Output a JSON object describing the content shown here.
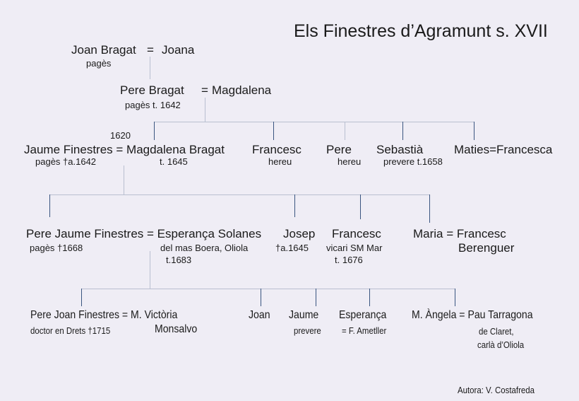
{
  "title": "Els Finestres d’Agramunt s. XVII",
  "author": "Autora: V. Costafreda",
  "gen1": {
    "husband": "Joan Bragat",
    "eq": "=",
    "wife": "Joana",
    "note": "pagès"
  },
  "gen2": {
    "husband": "Pere Bragat",
    "eq": "=",
    "wife": "Magdalena",
    "note": "pagès t. 1642"
  },
  "gen3": {
    "marriage_year": "1620",
    "couple": "Jaume Finestres = Magdalena Bragat",
    "husband_note": "pagès  †a.1642",
    "wife_note": "t. 1645",
    "siblings": [
      {
        "name": "Francesc",
        "note": "hereu"
      },
      {
        "name": "Pere",
        "note": "hereu"
      },
      {
        "name": "Sebastià",
        "note": "prevere t.1658"
      },
      {
        "name": "Maties=Francesca"
      }
    ]
  },
  "gen4": {
    "couple": "Pere Jaume Finestres = Esperança Solanes",
    "husband_note": "pagès †1668",
    "wife_note1": "del mas Boera, Oliola",
    "wife_note2": "t.1683",
    "siblings": [
      {
        "name": "Josep",
        "note": "†a.1645"
      },
      {
        "name": "Francesc",
        "note": "vicari SM Mar",
        "note2": "t. 1676"
      },
      {
        "name": "Maria = Francesc",
        "name2": "Berenguer"
      }
    ]
  },
  "gen5": {
    "couple": "Pere Joan Finestres = M. Victòria",
    "husband_note": "doctor en Drets †1715",
    "wife_name2": "Monsalvo",
    "siblings": [
      {
        "name": "Joan"
      },
      {
        "name": "Jaume",
        "note": "prevere"
      },
      {
        "name": "Esperança",
        "note": "= F. Ametller"
      },
      {
        "name": "M. Àngela = Pau Tarragona",
        "note": "de Claret,",
        "note2": "carlà d’Oliola"
      }
    ]
  }
}
